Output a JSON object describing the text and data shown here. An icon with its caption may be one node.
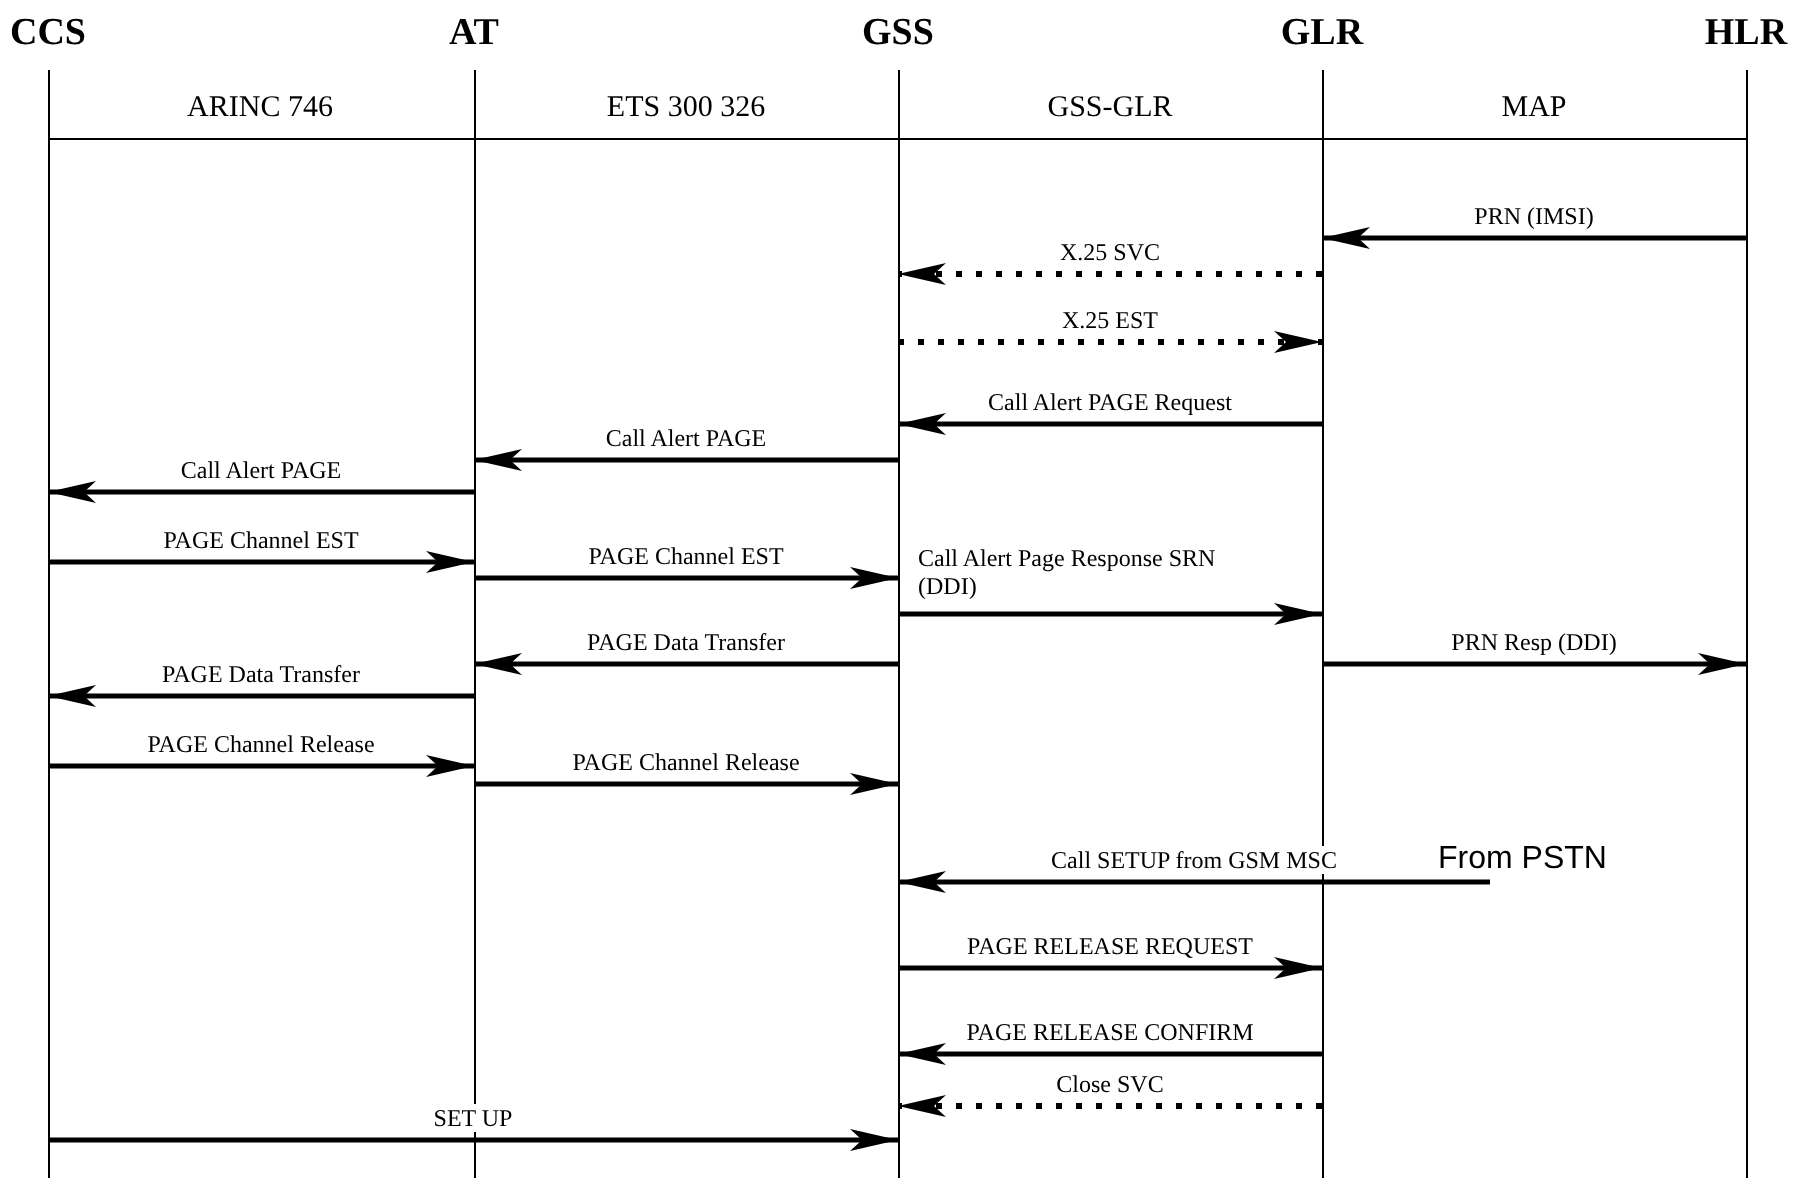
{
  "diagram": {
    "nodes": [
      {
        "text": [
          "CCS"
        ]
      },
      {
        "text": [
          "AT"
        ]
      },
      {
        "text": [
          "GSS"
        ]
      },
      {
        "text": [
          "GLR"
        ]
      },
      {
        "text": [
          "HLR"
        ]
      },
      {
        "text": [
          "From PSTN"
        ]
      }
    ],
    "edges": [
      {
        "from": 4,
        "to": 3,
        "arrow": "to",
        "label": "PRN (IMSI)"
      },
      {
        "from": 3,
        "to": 2,
        "arrow": "to",
        "label": "X.25 SVC",
        "style": "dashed"
      },
      {
        "from": 2,
        "to": 3,
        "arrow": "to",
        "label": "X.25 EST",
        "style": "dashed"
      },
      {
        "from": 3,
        "to": 2,
        "arrow": "to",
        "label": "Call Alert PAGE Request"
      },
      {
        "from": 2,
        "to": 1,
        "arrow": "to",
        "label": "Call Alert PAGE"
      },
      {
        "from": 1,
        "to": 0,
        "arrow": "to",
        "label": "Call Alert PAGE"
      },
      {
        "from": 0,
        "to": 1,
        "arrow": "to",
        "label": "PAGE Channel EST"
      },
      {
        "from": 1,
        "to": 2,
        "arrow": "to",
        "label": "PAGE Channel EST"
      },
      {
        "from": 2,
        "to": 3,
        "arrow": "to",
        "label": "Call Alert Page Response SRN (DDI)"
      },
      {
        "from": 2,
        "to": 1,
        "arrow": "to",
        "label": "PAGE Data Transfer"
      },
      {
        "from": 3,
        "to": 4,
        "arrow": "to",
        "label": "PRN Resp (DDI)"
      },
      {
        "from": 1,
        "to": 0,
        "arrow": "to",
        "label": "PAGE Data Transfer"
      },
      {
        "from": 0,
        "to": 1,
        "arrow": "to",
        "label": "PAGE Channel Release"
      },
      {
        "from": 1,
        "to": 2,
        "arrow": "to",
        "label": "PAGE Channel Release"
      },
      {
        "from": 5,
        "to": 2,
        "arrow": "to",
        "label": "Call SETUP from GSM MSC"
      },
      {
        "from": 2,
        "to": 3,
        "arrow": "to",
        "label": "PAGE RELEASE REQUEST"
      },
      {
        "from": 3,
        "to": 2,
        "arrow": "to",
        "label": "PAGE RELEASE CONFIRM"
      },
      {
        "from": 3,
        "to": 2,
        "arrow": "to",
        "label": "Close SVC",
        "style": "dashed"
      },
      {
        "from": 0,
        "to": 2,
        "arrow": "to",
        "label": "SET UP"
      }
    ],
    "labels": [
      "ARINC 746",
      "ETS 300 326",
      "GSS-GLR",
      "MAP"
    ]
  }
}
